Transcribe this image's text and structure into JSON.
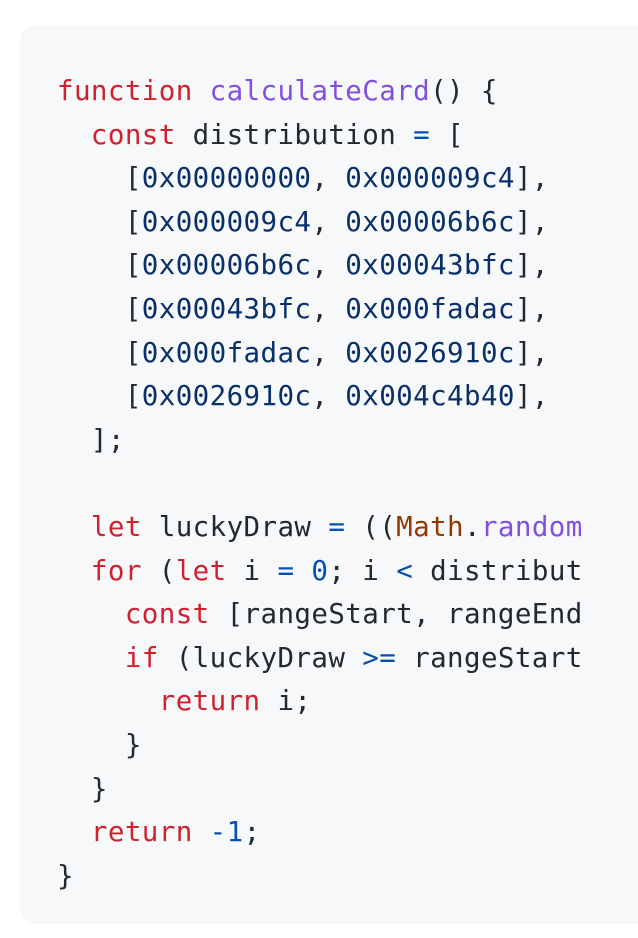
{
  "colors": {
    "background": "#f6f8fa",
    "keyword": "#cf222e",
    "function": "#8250df",
    "number": "#0a3069",
    "operator": "#0550ae",
    "builtin": "#953800",
    "text": "#24292f"
  },
  "code": {
    "lines": [
      [
        {
          "t": "kw",
          "v": "function"
        },
        {
          "t": "pl",
          "v": " "
        },
        {
          "t": "fn",
          "v": "calculateCard"
        },
        {
          "t": "pl",
          "v": "() {"
        }
      ],
      [
        {
          "t": "pl",
          "v": "  "
        },
        {
          "t": "kw",
          "v": "const"
        },
        {
          "t": "pl",
          "v": " distribution "
        },
        {
          "t": "op",
          "v": "="
        },
        {
          "t": "pl",
          "v": " ["
        }
      ],
      [
        {
          "t": "pl",
          "v": "    ["
        },
        {
          "t": "num",
          "v": "0x00000000"
        },
        {
          "t": "pl",
          "v": ", "
        },
        {
          "t": "num",
          "v": "0x000009c4"
        },
        {
          "t": "pl",
          "v": "],"
        }
      ],
      [
        {
          "t": "pl",
          "v": "    ["
        },
        {
          "t": "num",
          "v": "0x000009c4"
        },
        {
          "t": "pl",
          "v": ", "
        },
        {
          "t": "num",
          "v": "0x00006b6c"
        },
        {
          "t": "pl",
          "v": "],"
        }
      ],
      [
        {
          "t": "pl",
          "v": "    ["
        },
        {
          "t": "num",
          "v": "0x00006b6c"
        },
        {
          "t": "pl",
          "v": ", "
        },
        {
          "t": "num",
          "v": "0x00043bfc"
        },
        {
          "t": "pl",
          "v": "],"
        }
      ],
      [
        {
          "t": "pl",
          "v": "    ["
        },
        {
          "t": "num",
          "v": "0x00043bfc"
        },
        {
          "t": "pl",
          "v": ", "
        },
        {
          "t": "num",
          "v": "0x000fadac"
        },
        {
          "t": "pl",
          "v": "],"
        }
      ],
      [
        {
          "t": "pl",
          "v": "    ["
        },
        {
          "t": "num",
          "v": "0x000fadac"
        },
        {
          "t": "pl",
          "v": ", "
        },
        {
          "t": "num",
          "v": "0x0026910c"
        },
        {
          "t": "pl",
          "v": "],"
        }
      ],
      [
        {
          "t": "pl",
          "v": "    ["
        },
        {
          "t": "num",
          "v": "0x0026910c"
        },
        {
          "t": "pl",
          "v": ", "
        },
        {
          "t": "num",
          "v": "0x004c4b40"
        },
        {
          "t": "pl",
          "v": "],"
        }
      ],
      [
        {
          "t": "pl",
          "v": "  ];"
        }
      ],
      [
        {
          "t": "pl",
          "v": ""
        }
      ],
      [
        {
          "t": "pl",
          "v": "  "
        },
        {
          "t": "kw",
          "v": "let"
        },
        {
          "t": "pl",
          "v": " luckyDraw "
        },
        {
          "t": "op",
          "v": "="
        },
        {
          "t": "pl",
          "v": " (("
        },
        {
          "t": "obj",
          "v": "Math"
        },
        {
          "t": "pl",
          "v": "."
        },
        {
          "t": "fn",
          "v": "random"
        }
      ],
      [
        {
          "t": "pl",
          "v": "  "
        },
        {
          "t": "kw",
          "v": "for"
        },
        {
          "t": "pl",
          "v": " ("
        },
        {
          "t": "kw",
          "v": "let"
        },
        {
          "t": "pl",
          "v": " i "
        },
        {
          "t": "op",
          "v": "="
        },
        {
          "t": "pl",
          "v": " "
        },
        {
          "t": "op",
          "v": "0"
        },
        {
          "t": "pl",
          "v": "; i "
        },
        {
          "t": "op",
          "v": "<"
        },
        {
          "t": "pl",
          "v": " distribut"
        }
      ],
      [
        {
          "t": "pl",
          "v": "    "
        },
        {
          "t": "kw",
          "v": "const"
        },
        {
          "t": "pl",
          "v": " [rangeStart, rangeEnd"
        }
      ],
      [
        {
          "t": "pl",
          "v": "    "
        },
        {
          "t": "kw",
          "v": "if"
        },
        {
          "t": "pl",
          "v": " (luckyDraw "
        },
        {
          "t": "op",
          "v": ">="
        },
        {
          "t": "pl",
          "v": " rangeStart"
        }
      ],
      [
        {
          "t": "pl",
          "v": "      "
        },
        {
          "t": "kw",
          "v": "return"
        },
        {
          "t": "pl",
          "v": " i;"
        }
      ],
      [
        {
          "t": "pl",
          "v": "    }"
        }
      ],
      [
        {
          "t": "pl",
          "v": "  }"
        }
      ],
      [
        {
          "t": "pl",
          "v": "  "
        },
        {
          "t": "kw",
          "v": "return"
        },
        {
          "t": "pl",
          "v": " "
        },
        {
          "t": "op",
          "v": "-1"
        },
        {
          "t": "pl",
          "v": ";"
        }
      ],
      [
        {
          "t": "pl",
          "v": "}"
        }
      ]
    ]
  }
}
